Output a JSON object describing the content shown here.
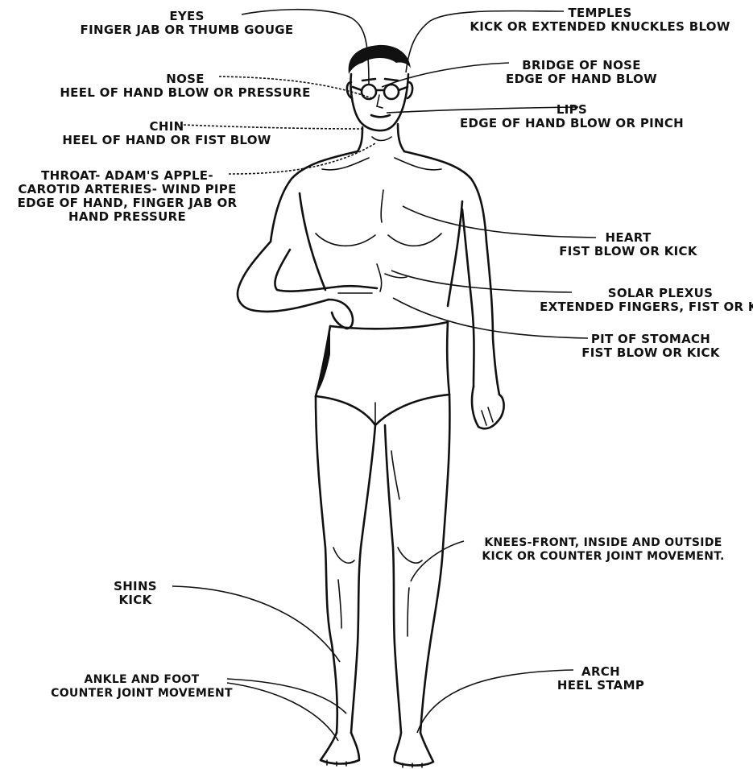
{
  "targets": {
    "eyes": {
      "name": "EYES",
      "method": "FINGER JAB OR THUMB GOUGE"
    },
    "temples": {
      "name": "TEMPLES",
      "method": "KICK OR EXTENDED KNUCKLES BLOW"
    },
    "bridge": {
      "name": "BRIDGE OF NOSE",
      "method": "EDGE OF HAND BLOW"
    },
    "nose": {
      "name": "NOSE",
      "method": "HEEL OF HAND BLOW OR PRESSURE"
    },
    "lips": {
      "name": "LIPS",
      "method": "EDGE OF HAND BLOW OR PINCH"
    },
    "chin": {
      "name": "CHIN",
      "method": "HEEL OF HAND OR FIST BLOW"
    },
    "throat": {
      "line1": "THROAT- ADAM'S APPLE-",
      "line2": "CAROTID ARTERIES- WIND PIPE",
      "line3": "EDGE OF HAND, FINGER JAB OR",
      "line4": "HAND PRESSURE"
    },
    "heart": {
      "name": "HEART",
      "method": "FIST BLOW OR KICK"
    },
    "solar": {
      "name": "SOLAR PLEXUS",
      "method": "EXTENDED FINGERS, FIST OR KICK"
    },
    "stomach": {
      "name": "PIT OF STOMACH",
      "method": "FIST BLOW OR KICK"
    },
    "knees": {
      "name": "KNEES-FRONT, INSIDE AND OUTSIDE",
      "method": "KICK OR COUNTER JOINT MOVEMENT."
    },
    "shins": {
      "name": "SHINS",
      "method": "KICK"
    },
    "ankle": {
      "name": "ANKLE AND FOOT",
      "method": "COUNTER JOINT MOVEMENT"
    },
    "arch": {
      "name": "ARCH",
      "method": "HEEL STAMP"
    }
  }
}
